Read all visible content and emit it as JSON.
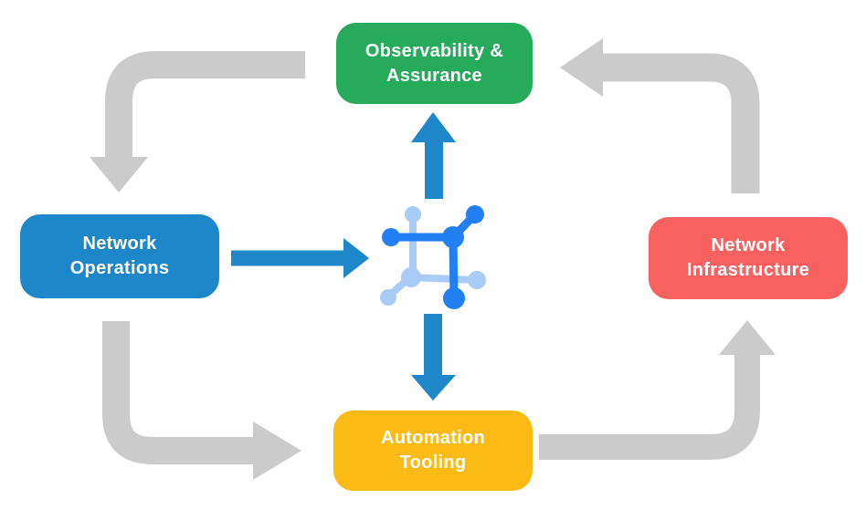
{
  "nodes": {
    "observability": {
      "line1": "Observability &",
      "line2": "Assurance",
      "color": "#25AB5A"
    },
    "network_operations": {
      "line1": "Network",
      "line2": "Operations",
      "color": "#1E87C9"
    },
    "network_infrastructure": {
      "line1": "Network",
      "line2": "Infrastructure",
      "color": "#F96161"
    },
    "automation_tooling": {
      "line1": "Automation",
      "line2": "Tooling",
      "color": "#FBBB14"
    }
  },
  "arrows": {
    "cycle_color": "#CBCBCB",
    "flow_color": "#1E87C9"
  },
  "icon": {
    "name": "network-mesh-icon",
    "dark": "#2280F2",
    "light": "#A9CBF7"
  }
}
